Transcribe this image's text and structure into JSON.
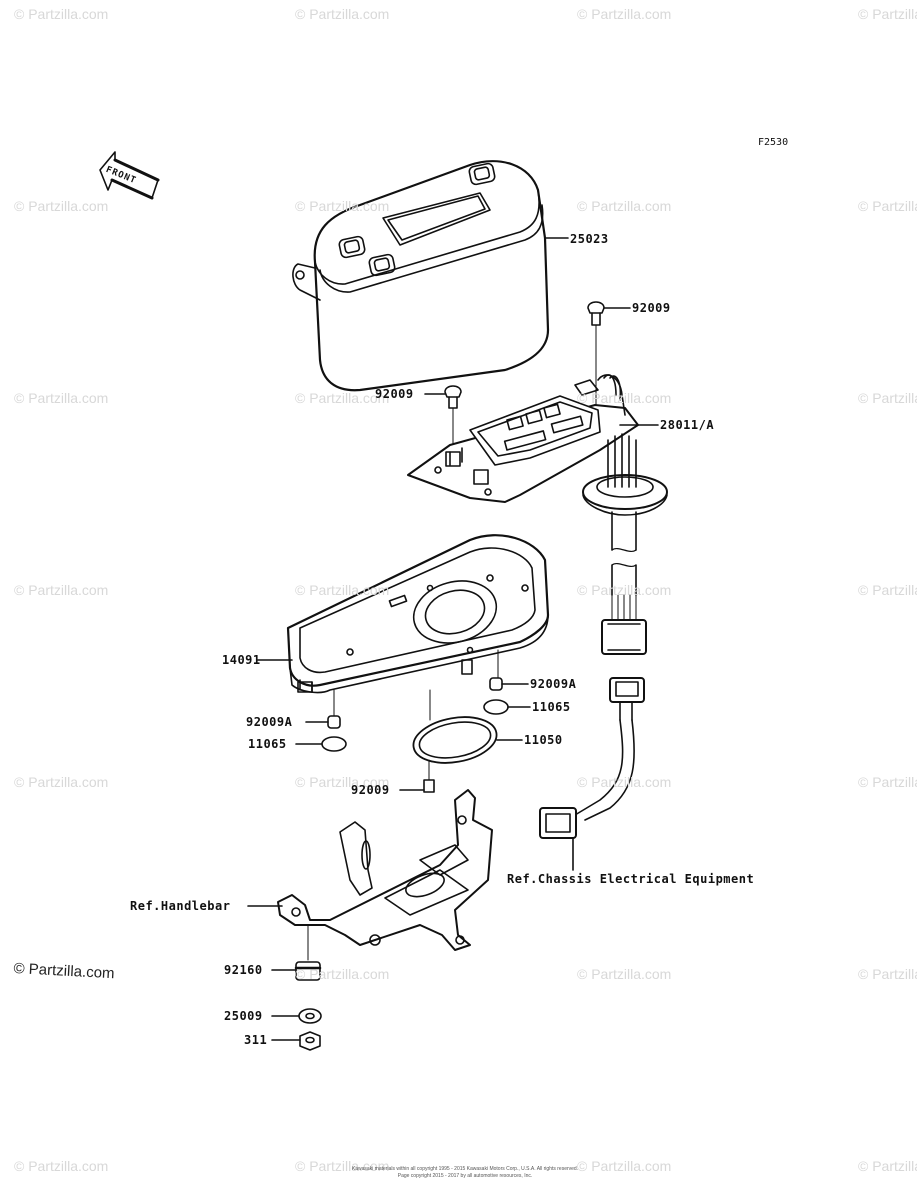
{
  "figure_code": "F2530",
  "front_label": "FRONT",
  "watermark": {
    "text": "© Partzilla.com",
    "main_text": "© Partzilla.com"
  },
  "parts": [
    {
      "id": "cover",
      "label": "25023"
    },
    {
      "id": "screw_top_right",
      "label": "92009"
    },
    {
      "id": "screw_top_left",
      "label": "92009"
    },
    {
      "id": "meter_unit",
      "label": "28011/A"
    },
    {
      "id": "case",
      "label": "14091"
    },
    {
      "id": "screw_a_right",
      "label": "92009A"
    },
    {
      "id": "washer_right",
      "label": "11065"
    },
    {
      "id": "screw_a_left",
      "label": "92009A"
    },
    {
      "id": "gasket",
      "label": "11050"
    },
    {
      "id": "washer_left",
      "label": "11065"
    },
    {
      "id": "screw_bottom",
      "label": "92009"
    },
    {
      "id": "ref_chassis",
      "label": "Ref.Chassis Electrical Equipment"
    },
    {
      "id": "ref_handlebar",
      "label": "Ref.Handlebar"
    },
    {
      "id": "damper",
      "label": "92160"
    },
    {
      "id": "washer",
      "label": "25009"
    },
    {
      "id": "nut",
      "label": "311"
    }
  ],
  "footer": {
    "line1": "Kawasaki materials within all copyright 1995 - 2015 Kawasaki Motors Corp., U.S.A. All rights reserved.",
    "line2": "Page copyright 2015 - 2017 by all automotive resources, Inc."
  }
}
